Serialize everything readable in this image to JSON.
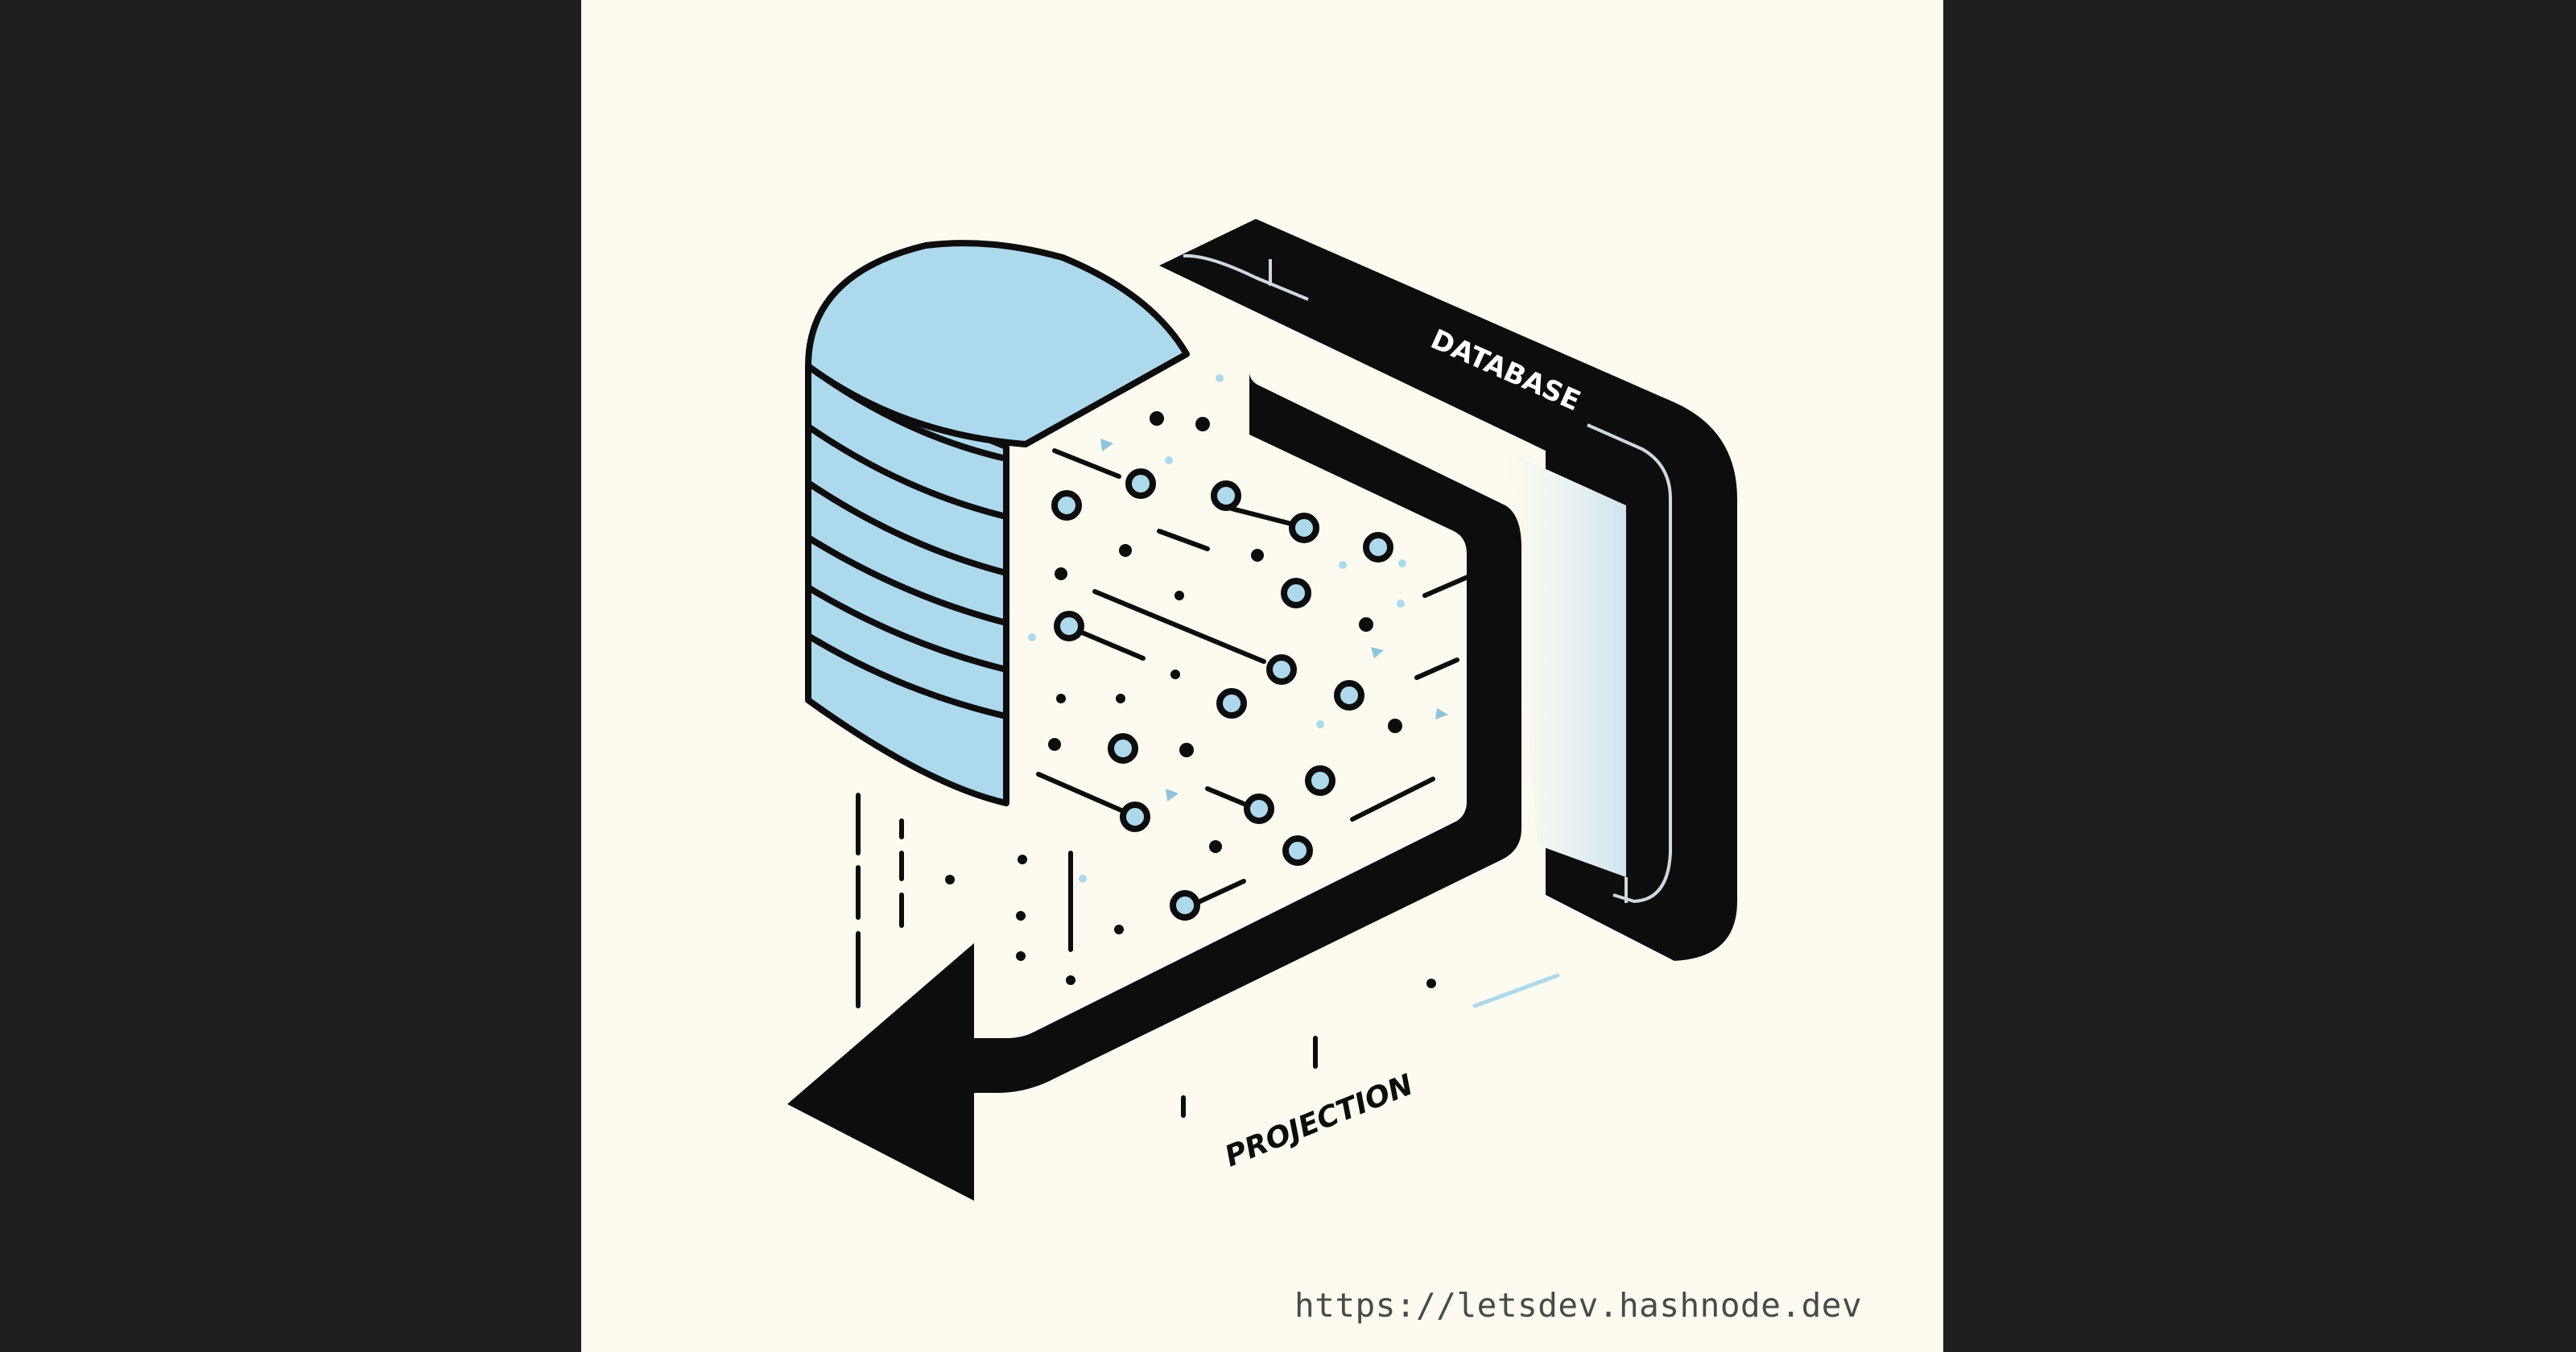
{
  "illustration": {
    "panel_label": "DATABASE",
    "arrow_label": "PROJECTION",
    "watermark": "https://letsdev.hashnode.dev"
  },
  "colors": {
    "background": "#fdfbef",
    "outer": "#1f1f1f",
    "ink": "#0d0d0d",
    "database_fill": "#add9ec",
    "panel_tint": "#dcecf4"
  },
  "icons": [
    "database-cylinder-icon",
    "projection-arrow-icon"
  ]
}
